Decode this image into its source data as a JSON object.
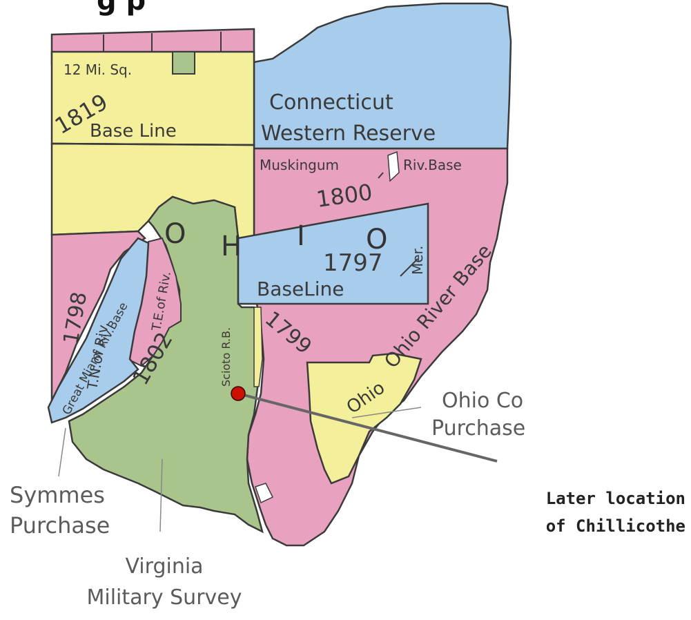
{
  "header_fragment": "g         p",
  "colors": {
    "pink": "#e8a2c0",
    "yellow": "#f4ef9a",
    "blue": "#a8cceb",
    "green": "#a9c58c",
    "border": "#3a3a3a",
    "marker": "#cc1100",
    "pointer": "#666666"
  },
  "labels": {
    "twelve_mi_sq": "12 Mi. Sq.",
    "year_1819": "1819",
    "base_line_1819": "Base Line",
    "connecticut": "Connecticut",
    "western_reserve": "Western Reserve",
    "muskingum": "Muskingum",
    "riv_base": "Riv.Base",
    "year_1800": "1800",
    "ohio_letters": [
      "O",
      "H",
      "I",
      "O"
    ],
    "year_1797": "1797",
    "mer": "Mer.",
    "base_line_1797": "BaseLine",
    "year_1798": "1798",
    "tn_of_riv": "T.N.of Riv.",
    "great_miami_riv_base": "Great Miami Riv.Base",
    "te_of_riv": "T.E.of Riv.",
    "year_1802": "1802",
    "scioto_rb": "Scioto R.B.",
    "year_1799": "1799",
    "ohio_river_base": "Ohio River Base",
    "ohio_co_small": "Ohio"
  },
  "annotations": {
    "ohio_co_purchase": [
      "Ohio Co",
      "Purchase"
    ],
    "symmes_purchase": [
      "Symmes",
      "Purchase"
    ],
    "virginia_military_survey": [
      "Virginia",
      "Military Survey"
    ],
    "chillicothe": [
      "Later location",
      "of Chillicothe"
    ]
  }
}
